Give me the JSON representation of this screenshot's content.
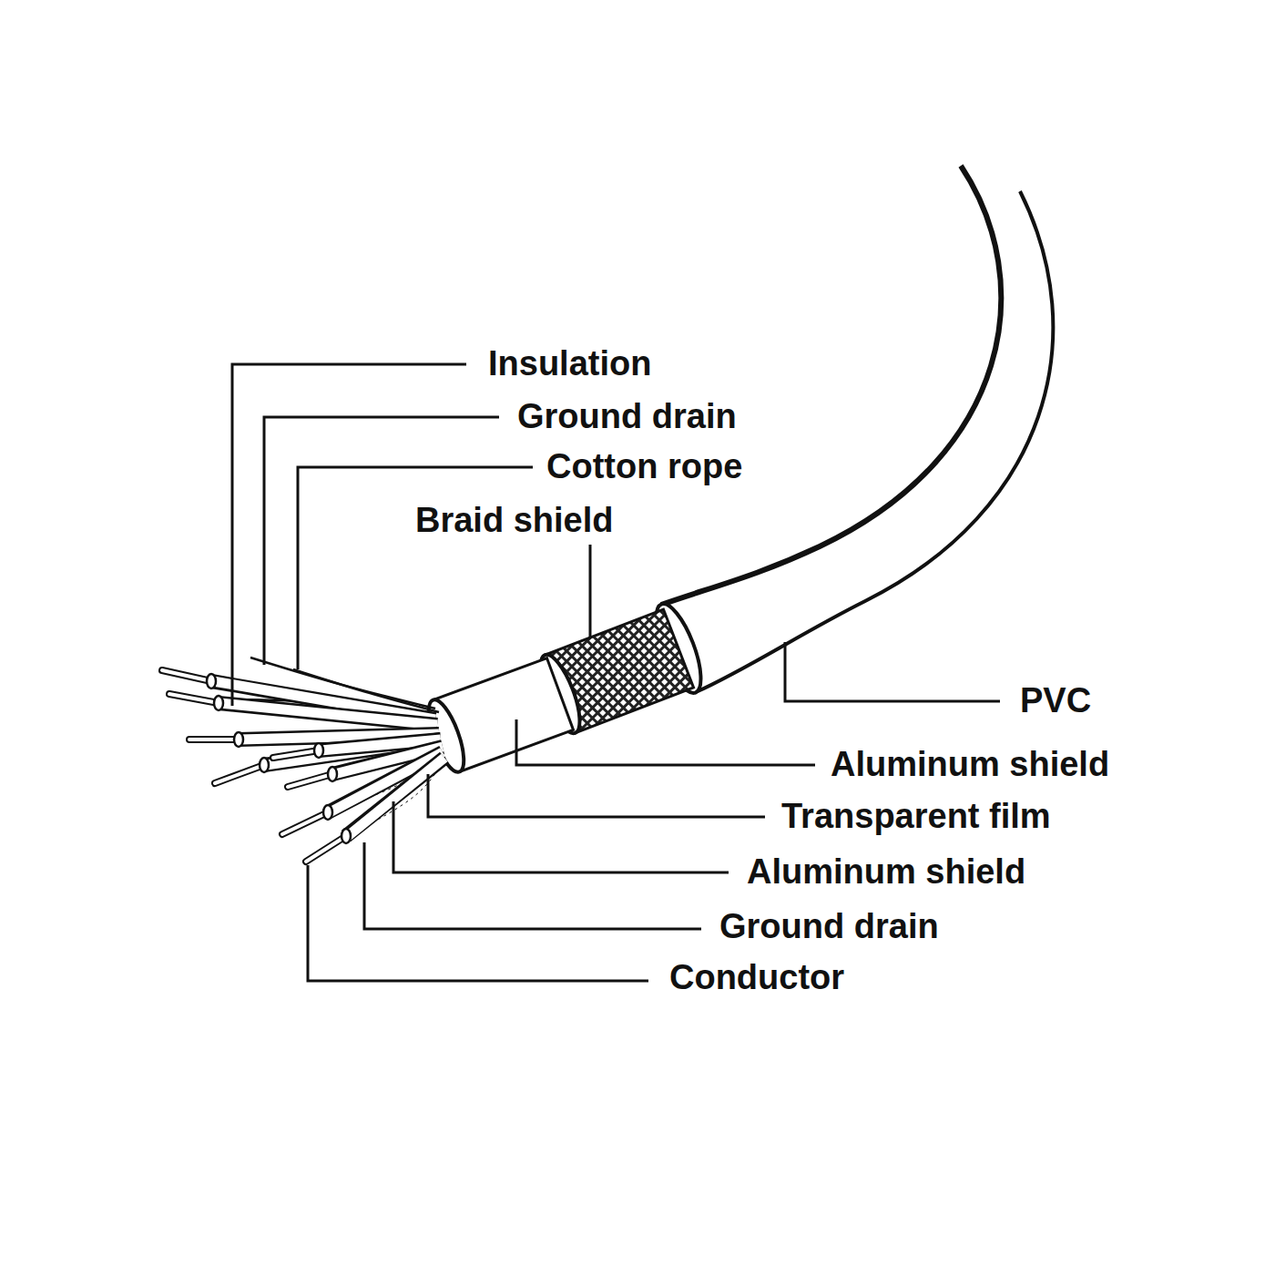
{
  "diagram": {
    "labels": [
      "Insulation",
      "Ground drain",
      "Cotton rope",
      "Braid shield",
      "PVC",
      "Aluminum shield",
      "Transparent film",
      "Aluminum shield",
      "Ground drain",
      "Conductor"
    ]
  }
}
